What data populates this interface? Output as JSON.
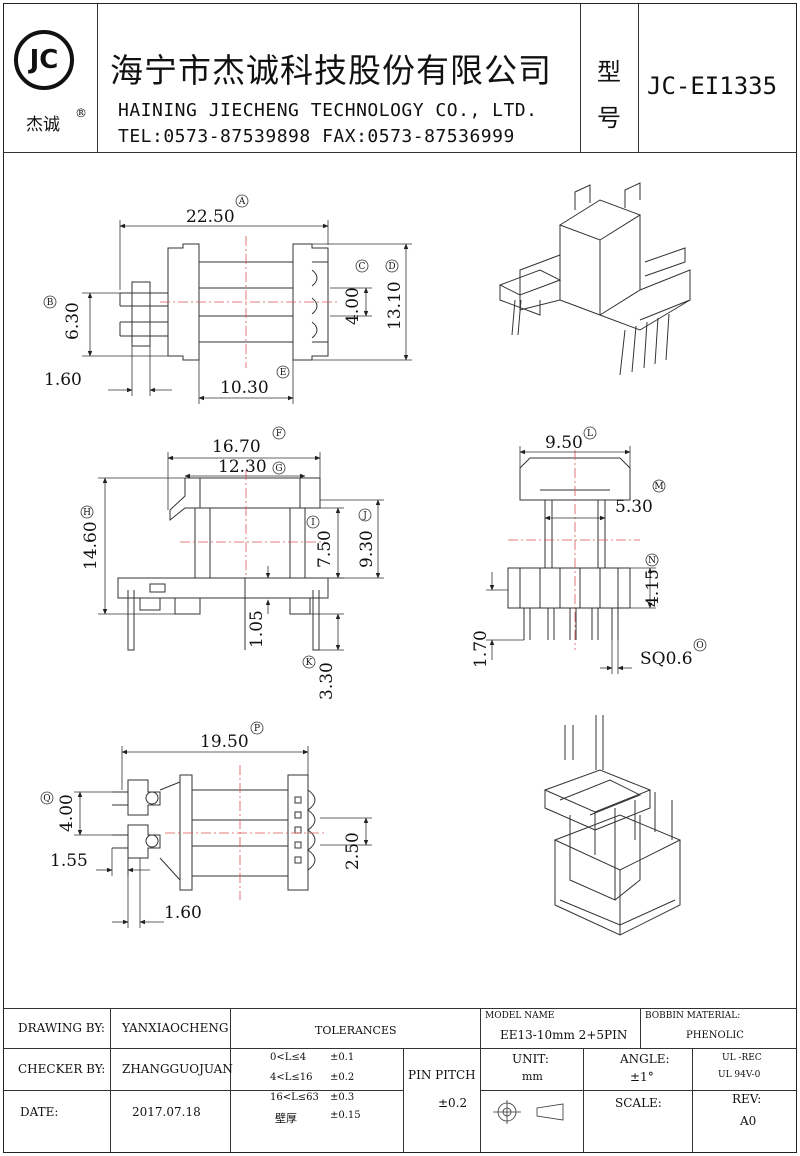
{
  "header": {
    "logo_text": "JC",
    "logo_brand": "杰诚",
    "logo_registered": "®",
    "company_cn": "海宁市杰诚科技股份有限公司",
    "company_en": "HAINING JIECHENG TECHNOLOGY CO., LTD.",
    "contact": "TEL:0573-87539898  FAX:0573-87536999",
    "type_label_1": "型",
    "type_label_2": "号",
    "model_code": "JC-EI1335"
  },
  "dimensions": {
    "a": "22.50",
    "b": "6.30",
    "c": "4.00",
    "d": "13.10",
    "e": "10.30",
    "pin_pad": "1.60",
    "f": "16.70",
    "g": "12.30",
    "h": "14.60",
    "i": "7.50",
    "j": "9.30",
    "k": "3.30",
    "base": "1.05",
    "l": "9.50",
    "m": "5.30",
    "n": "4.15",
    "pin_len": "1.70",
    "o": "SQ0.6",
    "p": "19.50",
    "q": "4.00",
    "r": "2.50",
    "s": "1.55",
    "t": "1.60"
  },
  "callouts": {
    "a": "A",
    "b": "B",
    "c": "C",
    "d": "D",
    "e": "E",
    "f": "F",
    "g": "G",
    "h": "H",
    "i": "I",
    "j": "J",
    "k": "K",
    "l": "L",
    "m": "M",
    "n": "N",
    "o": "O",
    "p": "P",
    "q": "Q"
  },
  "title_block": {
    "drawing_by_label": "DRAWING  BY:",
    "drawing_by_value": "YANXIAOCHENG",
    "checker_by_label": "CHECKER  BY:",
    "checker_by_value": "ZHANGGUOJUAN",
    "date_label": "DATE:",
    "date_value": "2017.07.18",
    "tolerances_label": "TOLERANCES",
    "tol_rows": [
      {
        "range": "0<L≤4",
        "value": "±0.1"
      },
      {
        "range": "4<L≤16",
        "value": "±0.2"
      },
      {
        "range": "16<L≤63",
        "value": "±0.3"
      },
      {
        "range": "壁厚",
        "value": "±0.15"
      }
    ],
    "pin_pitch_label": "PIN PITCH",
    "pin_pitch_value": "±0.2",
    "model_name_label": "MODEL NAME",
    "model_name_value": "EE13-10mm 2+5PIN",
    "bobbin_material_label": "BOBBIN MATERIAL:",
    "bobbin_material_value": "PHENOLIC",
    "unit_label": "UNIT:",
    "unit_value": "mm",
    "angle_label": "ANGLE:",
    "angle_value": "±1°",
    "ul_rec": "UL -REC",
    "ul_94": "UL  94V-0",
    "scale_label": "SCALE:",
    "rev_label": "REV:",
    "rev_value": "A0"
  }
}
